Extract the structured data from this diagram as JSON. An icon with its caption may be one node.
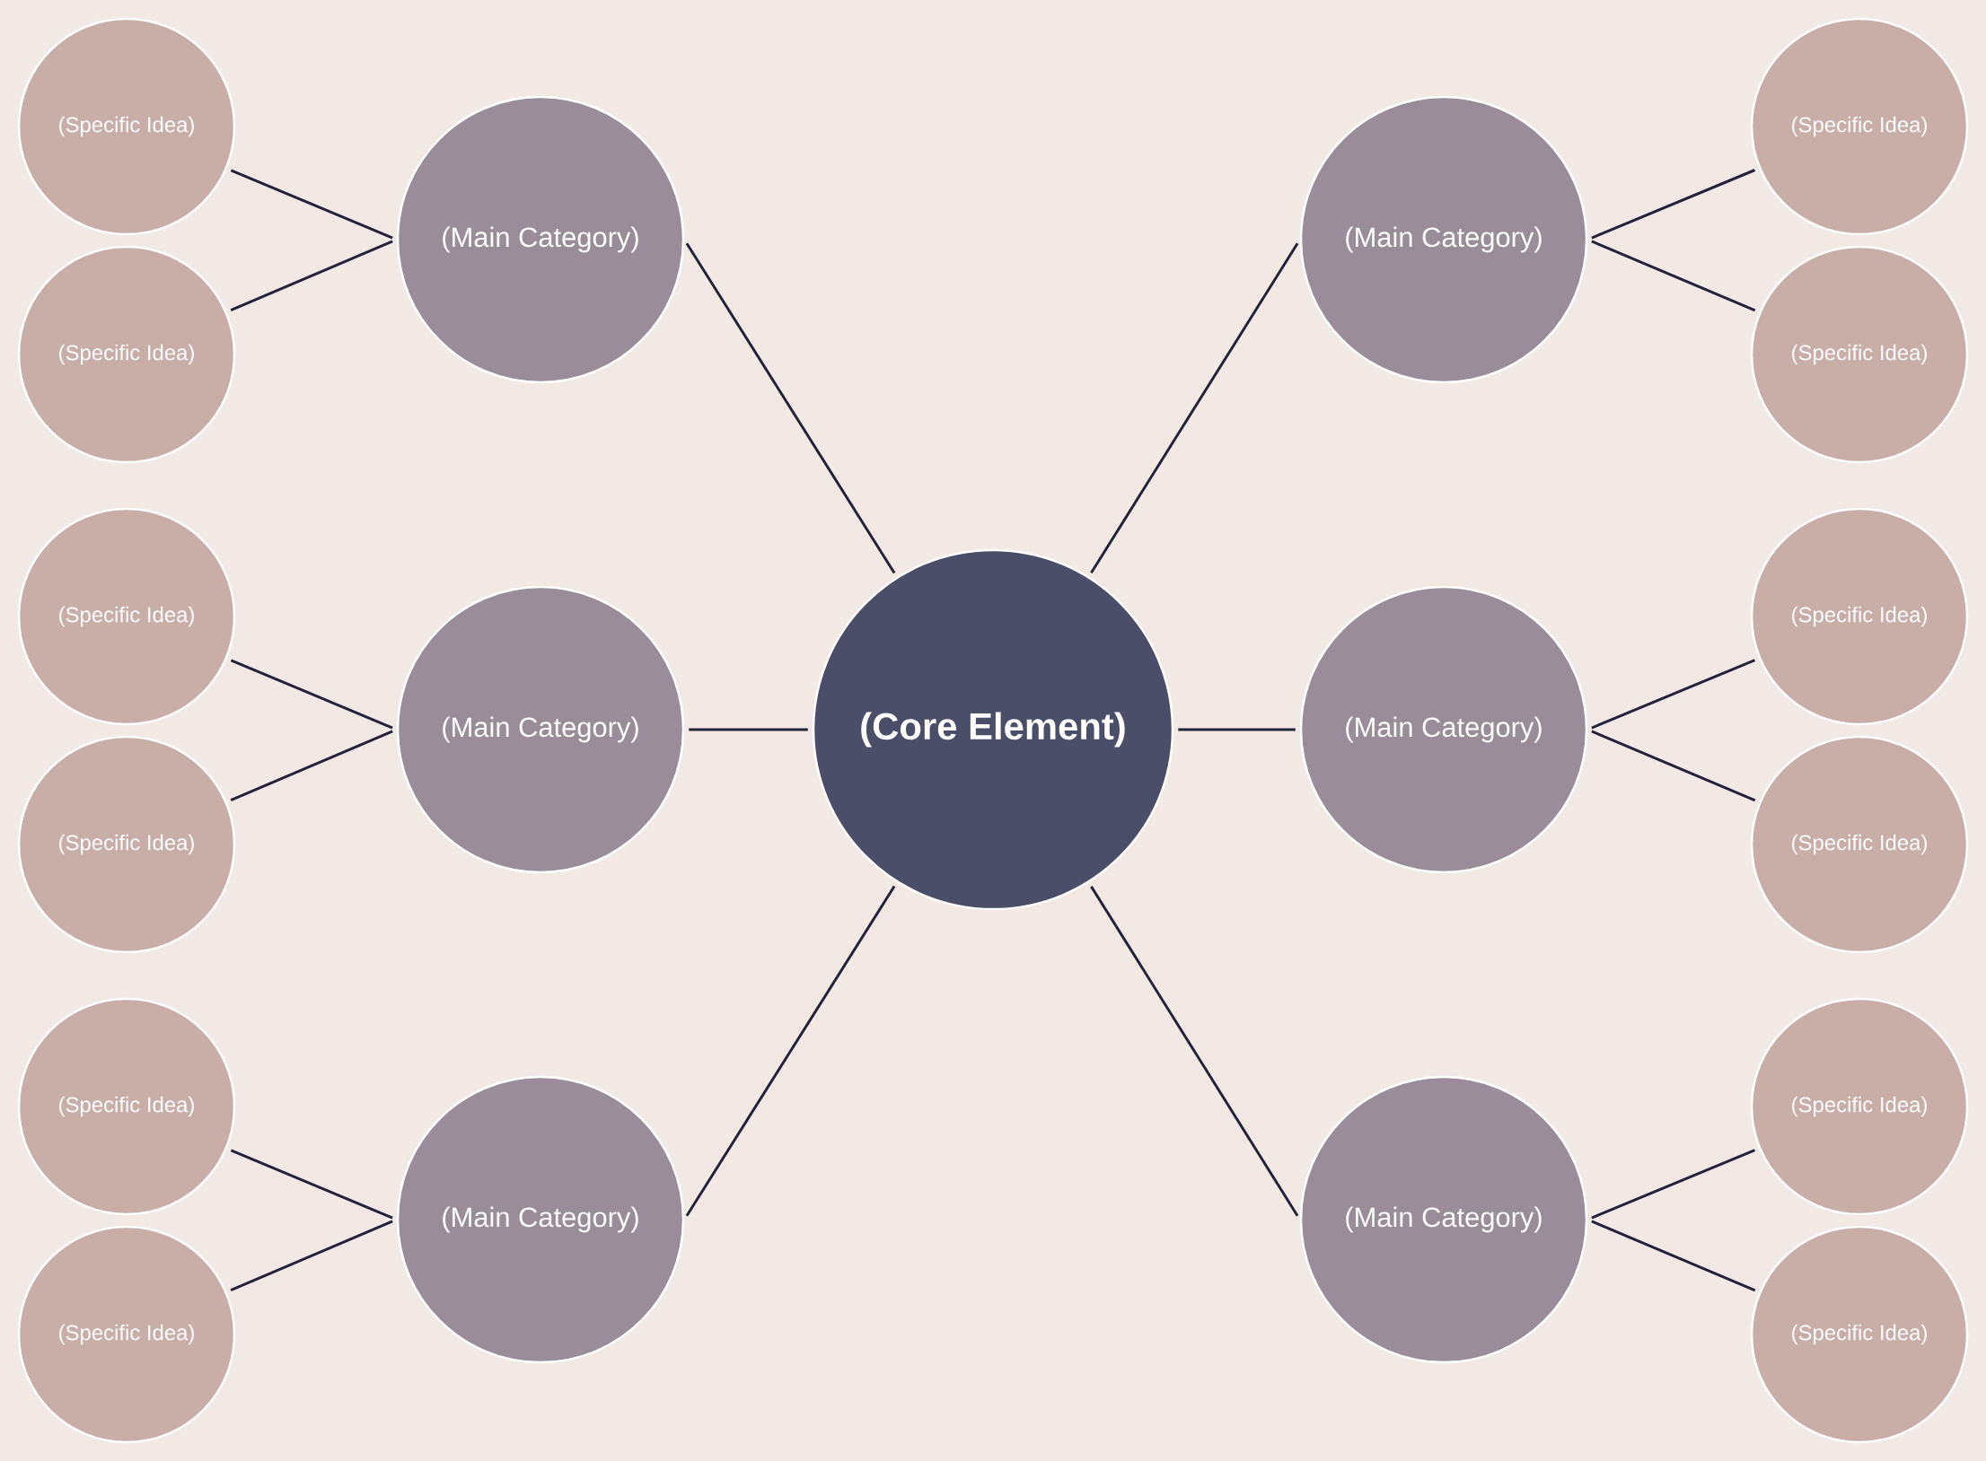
{
  "diagram": {
    "nodes": [
      {
        "text": [
          "(Core Element)"
        ]
      },
      {
        "text": [
          "(Main Category)"
        ]
      },
      {
        "text": [
          "(Main Category)"
        ]
      },
      {
        "text": [
          "(Main Category)"
        ]
      },
      {
        "text": [
          "(Main Category)"
        ]
      },
      {
        "text": [
          "(Main Category)"
        ]
      },
      {
        "text": [
          "(Main Category)"
        ]
      },
      {
        "text": [
          "(Specific Idea)"
        ]
      },
      {
        "text": [
          "(Specific Idea)"
        ]
      },
      {
        "text": [
          "(Specific Idea)"
        ]
      },
      {
        "text": [
          "(Specific Idea)"
        ]
      },
      {
        "text": [
          "(Specific Idea)"
        ]
      },
      {
        "text": [
          "(Specific Idea)"
        ]
      },
      {
        "text": [
          "(Specific Idea)"
        ]
      },
      {
        "text": [
          "(Specific Idea)"
        ]
      },
      {
        "text": [
          "(Specific Idea)"
        ]
      },
      {
        "text": [
          "(Specific Idea)"
        ]
      },
      {
        "text": [
          "(Specific Idea)"
        ]
      },
      {
        "text": [
          "(Specific Idea)"
        ]
      }
    ],
    "edges": [
      {
        "from": 0,
        "to": 1,
        "arrow": "none"
      },
      {
        "from": 0,
        "to": 2,
        "arrow": "none"
      },
      {
        "from": 0,
        "to": 3,
        "arrow": "none"
      },
      {
        "from": 0,
        "to": 4,
        "arrow": "none"
      },
      {
        "from": 0,
        "to": 5,
        "arrow": "none"
      },
      {
        "from": 0,
        "to": 6,
        "arrow": "none"
      },
      {
        "from": 1,
        "to": 7,
        "arrow": "none"
      },
      {
        "from": 1,
        "to": 9,
        "arrow": "none"
      },
      {
        "from": 2,
        "to": 8,
        "arrow": "none"
      },
      {
        "from": 2,
        "to": 10,
        "arrow": "none"
      },
      {
        "from": 3,
        "to": 11,
        "arrow": "none"
      },
      {
        "from": 3,
        "to": 13,
        "arrow": "none"
      },
      {
        "from": 4,
        "to": 12,
        "arrow": "none"
      },
      {
        "from": 4,
        "to": 14,
        "arrow": "none"
      },
      {
        "from": 5,
        "to": 15,
        "arrow": "none"
      },
      {
        "from": 5,
        "to": 17,
        "arrow": "none"
      },
      {
        "from": 6,
        "to": 16,
        "arrow": "none"
      },
      {
        "from": 6,
        "to": 18,
        "arrow": "none"
      }
    ]
  }
}
